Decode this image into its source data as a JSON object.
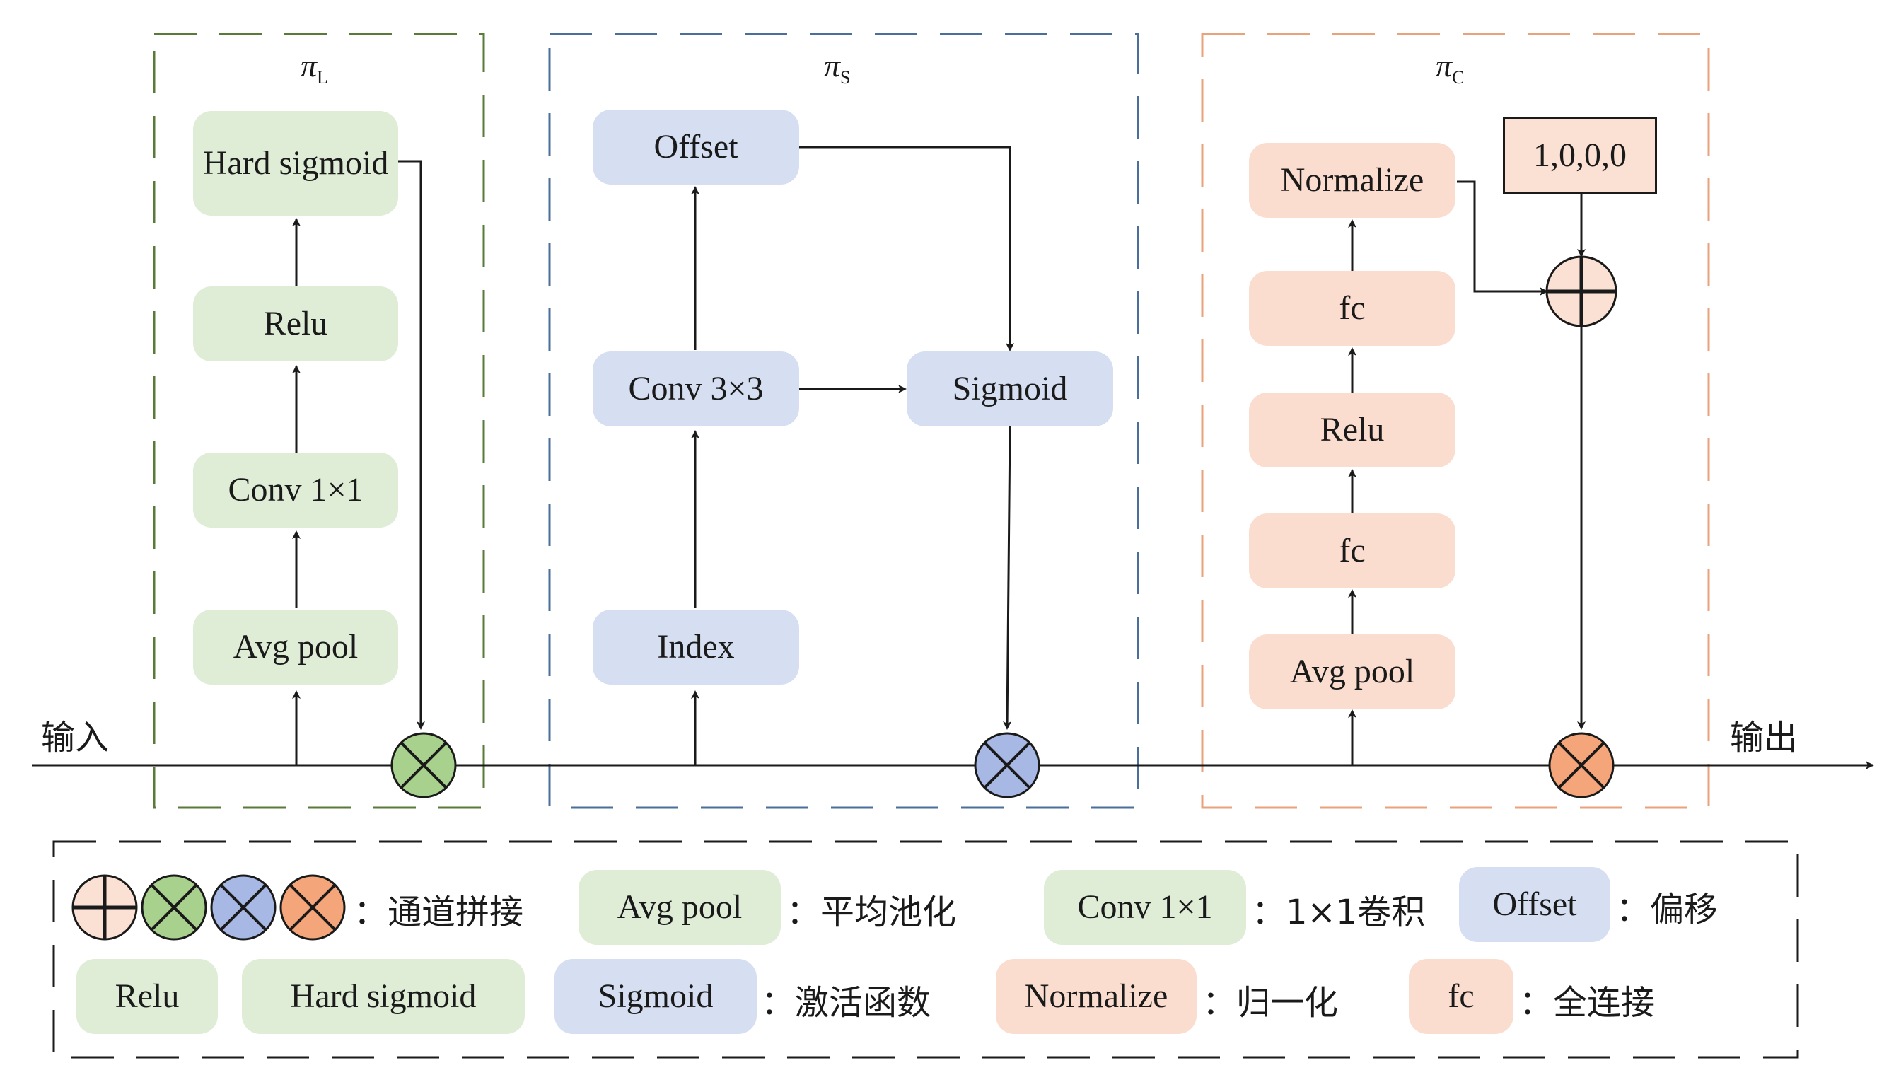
{
  "io": {
    "input_label": "输入",
    "output_label": "输出"
  },
  "branches": {
    "L": {
      "symbol": "π",
      "sub": "L"
    },
    "S": {
      "symbol": "π",
      "sub": "S"
    },
    "C": {
      "symbol": "π",
      "sub": "C"
    }
  },
  "nodes": {
    "l_hard_sigmoid": "Hard sigmoid",
    "l_relu": "Relu",
    "l_conv": "Conv 1×1",
    "l_avgpool": "Avg pool",
    "s_offset": "Offset",
    "s_conv": "Conv 3×3",
    "s_sigmoid": "Sigmoid",
    "s_index": "Index",
    "c_normalize": "Normalize",
    "c_fc_top": "fc",
    "c_relu": "Relu",
    "c_fc_bottom": "fc",
    "c_avgpool": "Avg pool",
    "c_const": "1,0,0,0"
  },
  "legend": {
    "concat_label": "：通道拼接",
    "avgpool_box": "Avg pool",
    "avgpool_label": "：平均池化",
    "conv_box": "Conv 1×1",
    "conv_label": "：1×1卷积",
    "offset_box": "Offset",
    "offset_label": "：偏移",
    "relu_box": "Relu",
    "hardsig_box": "Hard sigmoid",
    "sigmoid_box": "Sigmoid",
    "activation_label": "：激活函数",
    "normalize_box": "Normalize",
    "normalize_label": "：归一化",
    "fc_box": "fc",
    "fc_label": "：全连接"
  },
  "colors": {
    "green_fill": "#dfecd6",
    "blue_fill": "#d6def2",
    "peach_fill": "#fbddd0",
    "green_op": "#a9d18e",
    "blue_op": "#a8b8e4",
    "orange_op": "#f4a57a",
    "plus_op": "#fbe0d4",
    "green_frame": "#5a7a3a",
    "blue_frame": "#4a6f9a",
    "orange_frame": "#e8a27c"
  }
}
